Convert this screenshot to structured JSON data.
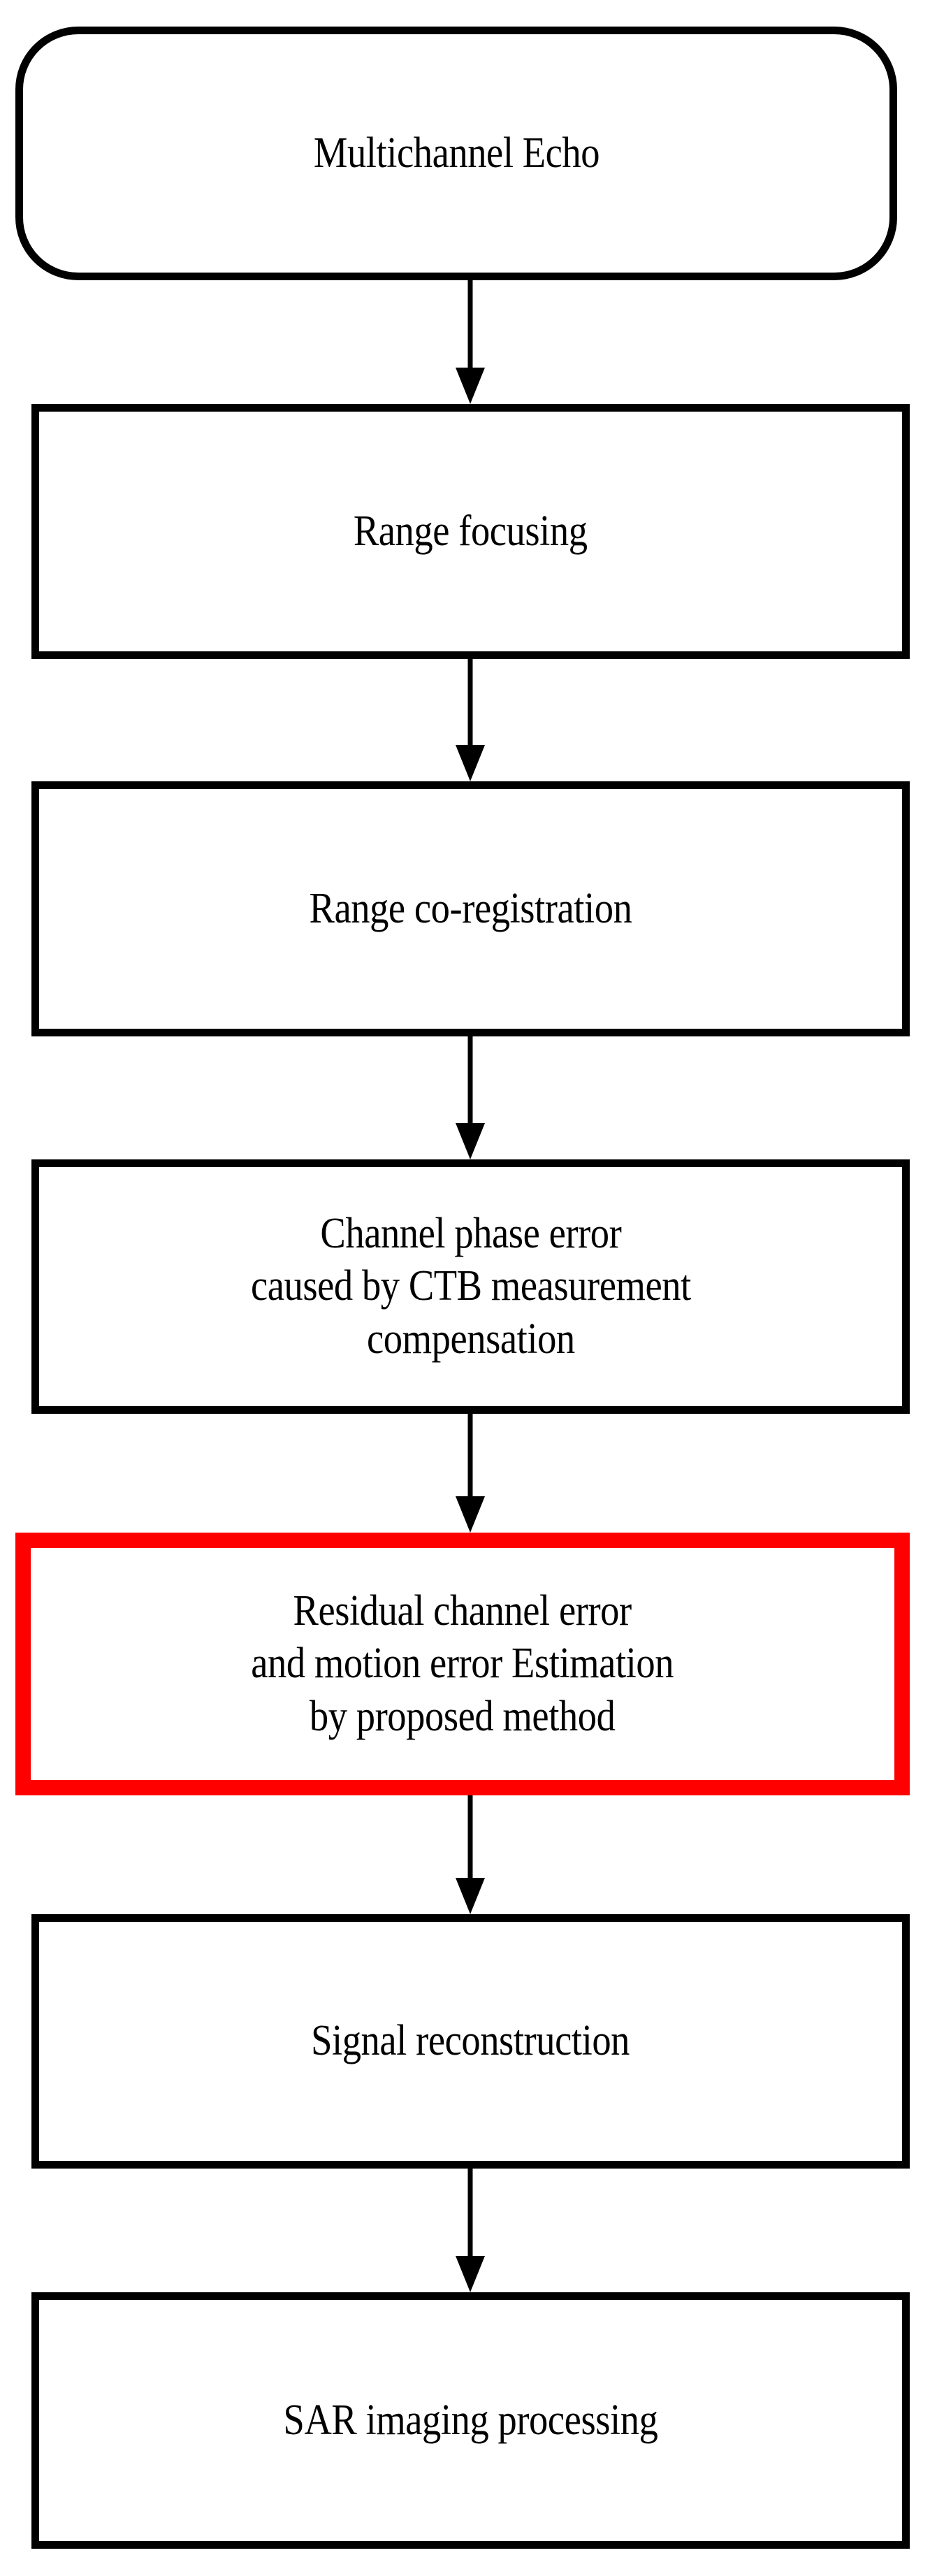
{
  "diagram": {
    "title": "SAR multichannel signal processing flowchart",
    "background_color": "#FFFFFF",
    "default_border_color": "#000000",
    "highlight_border_color": "#FF0000",
    "text_color": "#000000",
    "nodes": [
      {
        "id": "multichannel-echo",
        "shape": "rounded-rectangle",
        "label": "Multichannel Echo",
        "border_color": "#000000",
        "highlighted": false
      },
      {
        "id": "range-focusing",
        "shape": "rectangle",
        "label": "Range focusing",
        "border_color": "#000000",
        "highlighted": false
      },
      {
        "id": "range-co-registration",
        "shape": "rectangle",
        "label": "Range co-registration",
        "border_color": "#000000",
        "highlighted": false
      },
      {
        "id": "channel-phase-error-compensation",
        "shape": "rectangle",
        "label": "Channel phase error\ncaused by CTB measurement\ncompensation",
        "border_color": "#000000",
        "highlighted": false
      },
      {
        "id": "residual-error-estimation",
        "shape": "rectangle",
        "label": "Residual channel error\nand motion error Estimation\nby proposed method",
        "border_color": "#FF0000",
        "highlighted": true
      },
      {
        "id": "signal-reconstruction",
        "shape": "rectangle",
        "label": "Signal reconstruction",
        "border_color": "#000000",
        "highlighted": false
      },
      {
        "id": "sar-imaging-processing",
        "shape": "rectangle",
        "label": "SAR imaging processing",
        "border_color": "#000000",
        "highlighted": false
      }
    ],
    "connectors": [
      {
        "id": "arrow-1",
        "from": "multichannel-echo",
        "to": "range-focusing",
        "style": "solid-arrow-down"
      },
      {
        "id": "arrow-2",
        "from": "range-focusing",
        "to": "range-co-registration",
        "style": "solid-arrow-down"
      },
      {
        "id": "arrow-3",
        "from": "range-co-registration",
        "to": "channel-phase-error-compensation",
        "style": "solid-arrow-down"
      },
      {
        "id": "arrow-4",
        "from": "channel-phase-error-compensation",
        "to": "residual-error-estimation",
        "style": "solid-arrow-down"
      },
      {
        "id": "arrow-5",
        "from": "residual-error-estimation",
        "to": "signal-reconstruction",
        "style": "solid-arrow-down"
      },
      {
        "id": "arrow-6",
        "from": "signal-reconstruction",
        "to": "sar-imaging-processing",
        "style": "solid-arrow-down"
      }
    ]
  }
}
